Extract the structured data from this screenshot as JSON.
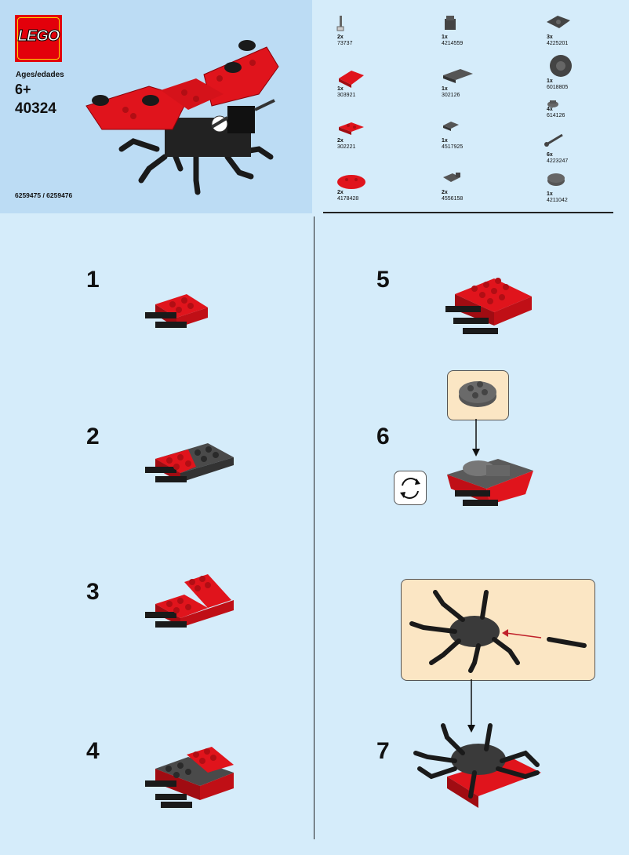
{
  "header": {
    "brand": "LEGO",
    "ages_label": "Ages/edades",
    "age": "6+",
    "set_number": "40324",
    "instruction_codes": "6259475 / 6259476"
  },
  "parts": [
    {
      "qty": "2x",
      "id": "73737"
    },
    {
      "qty": "1x",
      "id": "303921"
    },
    {
      "qty": "2x",
      "id": "302221"
    },
    {
      "qty": "2x",
      "id": "4178428"
    },
    {
      "qty": "1x",
      "id": "4214559"
    },
    {
      "qty": "1x",
      "id": "302126"
    },
    {
      "qty": "1x",
      "id": "4517925"
    },
    {
      "qty": "2x",
      "id": "4556158"
    },
    {
      "qty": "3x",
      "id": "4225201"
    },
    {
      "qty": "1x",
      "id": "6018805"
    },
    {
      "qty": "4x",
      "id": "614126"
    },
    {
      "qty": "6x",
      "id": "4223247"
    },
    {
      "qty": "1x",
      "id": "4211042"
    }
  ],
  "steps": [
    "1",
    "2",
    "3",
    "4",
    "5",
    "6",
    "7"
  ],
  "colors": {
    "brick_red": "#e0141c",
    "dark_grey": "#4a4a4a",
    "black": "#1a1a1a",
    "callout": "#fbe6c4",
    "background": "#d5ecfa"
  }
}
